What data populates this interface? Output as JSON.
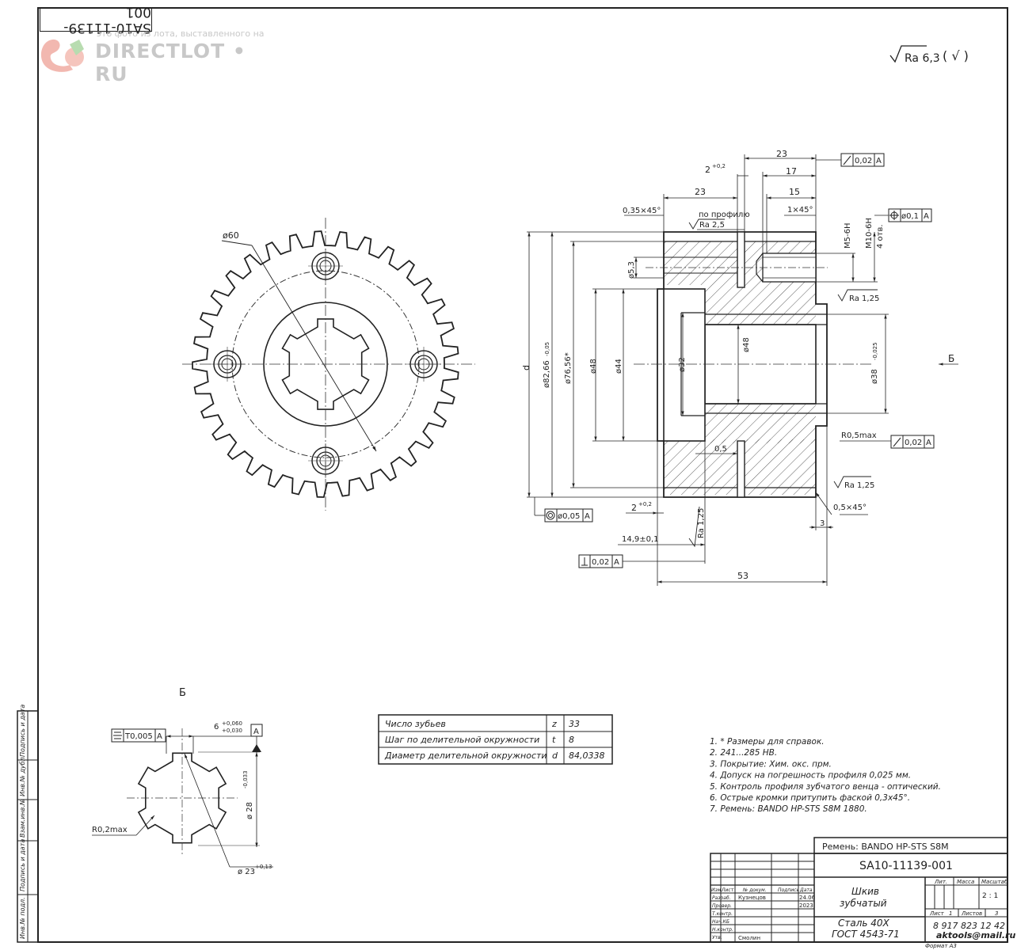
{
  "stamp_top": "SA10-11139-001",
  "watermark": {
    "small": "это фото из лота, выставленного на",
    "brand": "DIRECTLOT • RU"
  },
  "roughness_general": {
    "value": "Ra 6,3",
    "suffix": "( √ )"
  },
  "dimensions": {
    "d60": "ø60",
    "w23_top": "23",
    "w2_02": "2",
    "tol_02": "+0,2",
    "w17": "17",
    "w23_2": "23",
    "w15": "15",
    "ch035": "0,35×45°",
    "ch1": "1×45°",
    "po_profilu": "по профилю",
    "ra25": "Ra 2,5",
    "m5": "M5-6H",
    "m10": "M10-6H",
    "otv4": "4 отв.",
    "d53": "ø5,3",
    "dd": "d",
    "d8266": "ø82,66",
    "t8266": "-0,05",
    "d7656": "ø76,56*",
    "d48a": "ø48",
    "d44": "ø44",
    "d32": "ø32",
    "d48b": "ø48",
    "d38": "ø38",
    "t38": "-0,025",
    "ra125a": "Ra 1,25",
    "ra125b": "Ra 1,25",
    "ra125c": "Ra 1,25",
    "r05max": "R0,5max",
    "w05": "0,5",
    "ch05": "0,5×45°",
    "w3": "3",
    "w2b": "2",
    "tol_02b": "+0,2",
    "w149": "14,9±0,1",
    "w53": "53",
    "view_b": "Б"
  },
  "tolerance_frames": {
    "runout_top": {
      "value": "0,02",
      "datum": "A"
    },
    "position": {
      "value": "ø0,1",
      "datum": "A"
    },
    "runout_right": {
      "value": "0,02",
      "datum": "A"
    },
    "concentric": {
      "value": "ø0,05",
      "datum": "A"
    },
    "perp": {
      "value": "0,02",
      "datum": "A"
    },
    "sym": {
      "value": "T0,005",
      "datum": "A"
    }
  },
  "section_b": {
    "title": "Б",
    "width": "6",
    "width_tol_top": "+0,060",
    "width_tol_bot": "+0,030",
    "datum_a": "A",
    "d28": "ø 28",
    "d28_tol": "-0,033",
    "r02": "R0,2max",
    "d23": "ø 23",
    "d23_tol": "+0,13"
  },
  "gear_table": [
    {
      "param": "Число зубьев",
      "sym": "z",
      "value": "33"
    },
    {
      "param": "Шаг по делительной окружности",
      "sym": "t",
      "value": "8"
    },
    {
      "param": "Диаметр делительной окружности",
      "sym": "d",
      "value": "84,0338"
    }
  ],
  "notes": [
    "1. * Размеры для справок.",
    "2. 241...285 HB.",
    "3. Покрытие: Хим. окс. прм.",
    "4. Допуск на погрешность профиля   0,025 мм.",
    "5. Контроль профиля зубчатого венца - оптический.",
    "6. Острые кромки притупить фаской 0,3x45°.",
    "7. Ремень: BANDO HP-STS S8M 1880."
  ],
  "title_block": {
    "belt": "Ремень: BANDO HP-STS S8M",
    "doc_number": "SA10-11139-001",
    "name1": "Шкив",
    "name2": "зубчатый",
    "material1": "Сталь  40Х",
    "material2": "ГОСТ 4543-71",
    "phone": "8 917 823 12 42",
    "email": "aktools@mail.ru",
    "format": "Формат A3",
    "hdr_lit": "Лит.",
    "hdr_mass": "Масса",
    "hdr_scale": "Масштаб",
    "scale": "2 : 1",
    "sheet_label": "Лист",
    "sheet_no": "1",
    "sheets_label": "Листов",
    "sheets_no": "3",
    "col_izm": "Изм.",
    "col_list": "Лист",
    "col_doc": "№ докум.",
    "col_sign": "Подпись",
    "col_date": "Дата",
    "r_razrab": "Разраб.",
    "razrab_name": "Кузнецов",
    "date1": "24.06",
    "date2": "2023",
    "r_prov": "Провер.",
    "r_tkontr": "Т.контр.",
    "r_nach": "Нач.КБ",
    "r_nkontr": "Н.контр.",
    "r_utv": "Утв.",
    "utv_name": "Смолин"
  },
  "side_stamp": [
    "Инв.№ подл.",
    "Подпись и дата",
    "Взам.инв.№",
    "Инв.№ дубл.",
    "Подпись и дата"
  ]
}
